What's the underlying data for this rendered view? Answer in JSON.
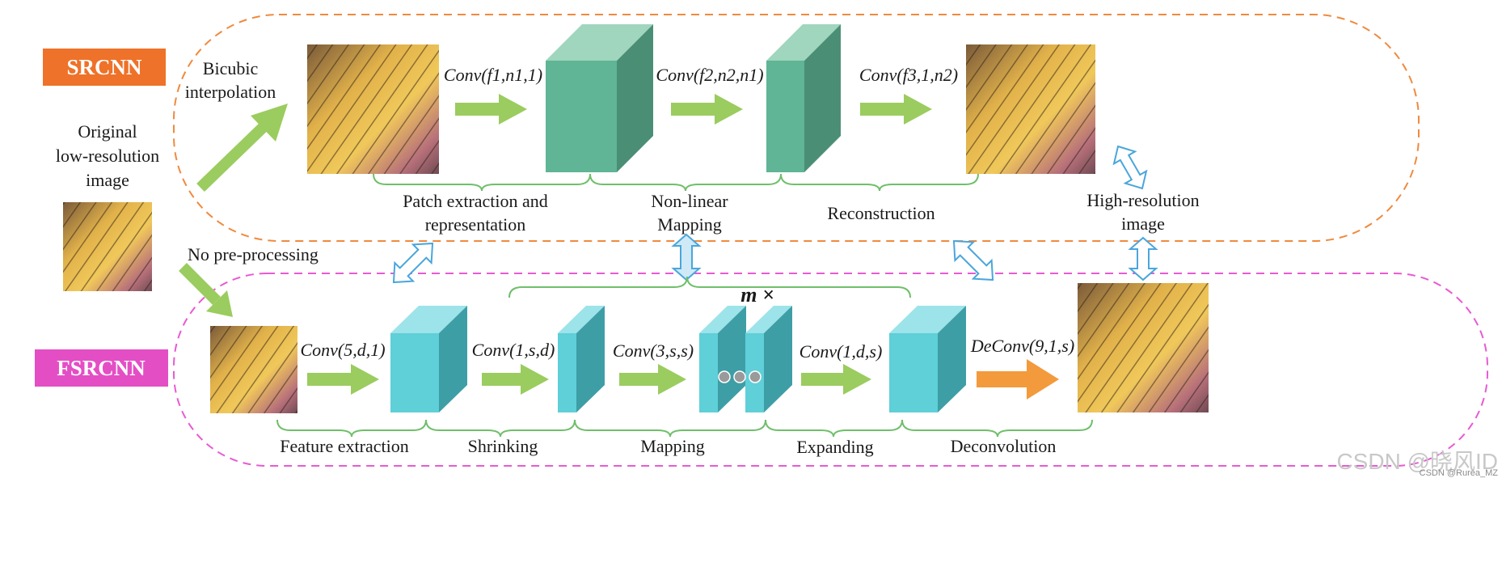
{
  "colors": {
    "srcnn_border": "#ef8a3e",
    "fsrcnn_border": "#e85ad3",
    "srcnn_badge": "#ee7229",
    "fsrcnn_badge": "#e44ec5",
    "arrow_green": "#9bcc5f",
    "arrow_orange": "#f39a3c",
    "block_teal_front": "#5fb596",
    "block_teal_side": "#4a8f75",
    "block_teal_top": "#9fd6bd",
    "block_cyan_front": "#5fcfd8",
    "block_cyan_side": "#3e9ea6",
    "block_cyan_top": "#9de3ea",
    "brace_green": "#6fbf6a",
    "double_arrow_blue": "#4aa6dc"
  },
  "badges": {
    "srcnn": "SRCNN",
    "fsrcnn": "FSRCNN"
  },
  "input": {
    "line1": "Original",
    "line2": "low-resolution",
    "line3": "image",
    "icon": "butterfly-thumbnail"
  },
  "srcnn": {
    "pre_line1": "Bicubic",
    "pre_line2": "interpolation",
    "conv1": "Conv(f1,n1,1)",
    "conv2": "Conv(f2,n2,n1)",
    "conv3": "Conv(f3,1,n2)",
    "stage1_line1": "Patch extraction and",
    "stage1_line2": "representation",
    "stage2_line1": "Non-linear",
    "stage2_line2": "Mapping",
    "stage3": "Reconstruction"
  },
  "output": {
    "line1": "High-resolution",
    "line2": "image"
  },
  "fsrcnn": {
    "pre": "No pre-processing",
    "conv1": "Conv(5,d,1)",
    "conv2": "Conv(1,s,d)",
    "conv3": "Conv(3,s,s)",
    "conv4": "Conv(1,d,s)",
    "deconv": "DeConv(9,1,s)",
    "repeat": "m ×",
    "stage1": "Feature extraction",
    "stage2": "Shrinking",
    "stage3": "Mapping",
    "stage4": "Expanding",
    "stage5": "Deconvolution"
  },
  "watermark": {
    "big": "CSDN @晓风ID",
    "small": "CSDN @Rurea_MZ"
  }
}
